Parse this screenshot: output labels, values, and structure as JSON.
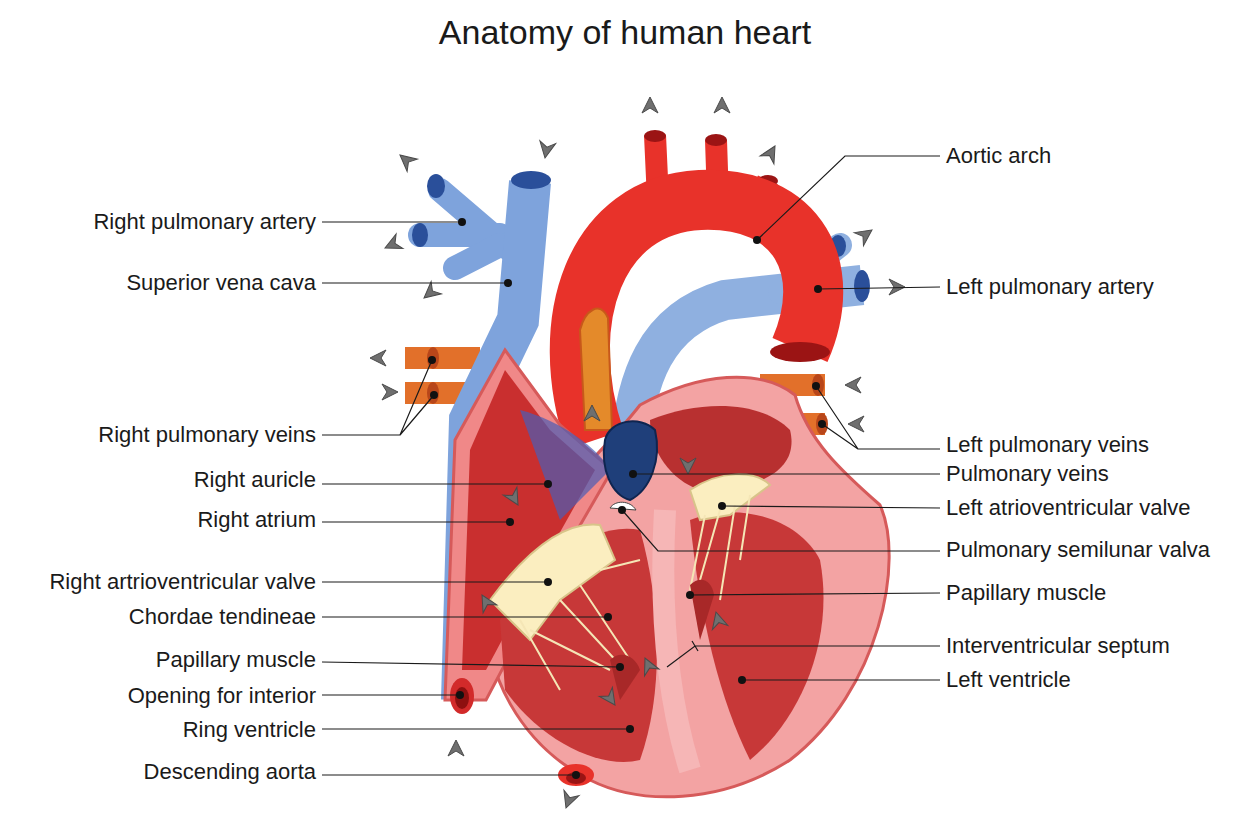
{
  "diagram": {
    "title": "Anatomy of human heart",
    "labels": [
      "Right pulmonary artery",
      "Superior vena cava",
      "Right pulmonary veins",
      "Right auricle",
      "Right atrium",
      "Right artrioventricular valve",
      "Chordae tendineae",
      "Papillary muscle",
      "Opening for interior",
      "Ring ventricle",
      "Descending aorta",
      "Aortic arch",
      "Left pulmonary artery",
      "Left pulmonary veins",
      "Pulmonary veins",
      "Left atrioventricular valve",
      "Pulmonary semilunar valva",
      "Papillary muscle",
      "Interventricular septum",
      "Left ventricle"
    ]
  }
}
